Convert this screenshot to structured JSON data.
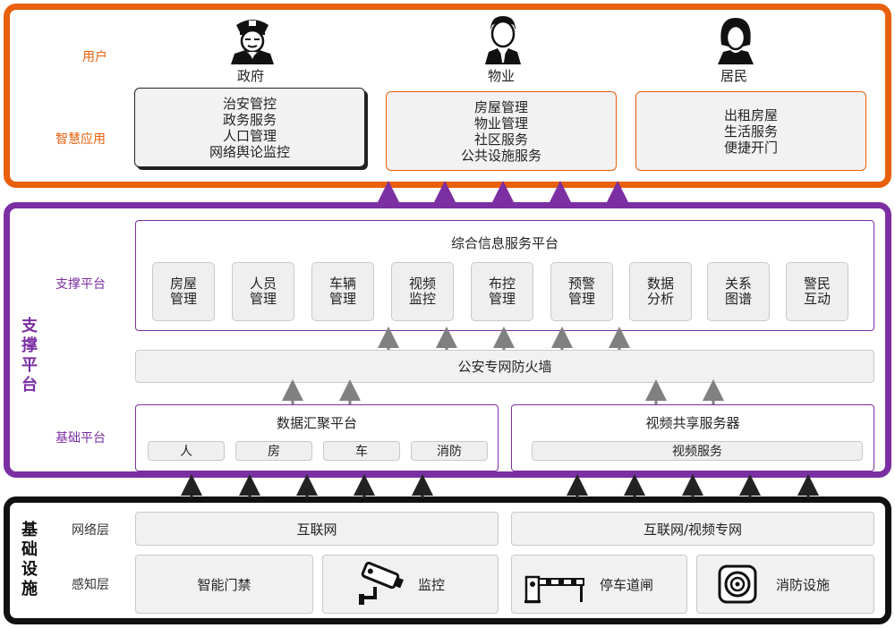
{
  "layers": {
    "user_label": "用户",
    "app_label": "智慧应用",
    "support_label": "支撑平台",
    "support_vertical": [
      "支",
      "撑",
      "平",
      "台"
    ],
    "base_platform_label": "基础平台",
    "infra_vertical": [
      "基",
      "础",
      "设",
      "施"
    ],
    "network_label": "网络层",
    "perception_label": "感知层"
  },
  "users": [
    {
      "label": "政府",
      "icon": "police-officer-icon"
    },
    {
      "label": "物业",
      "icon": "manager-icon"
    },
    {
      "label": "居民",
      "icon": "resident-icon"
    }
  ],
  "apps": [
    {
      "lines": [
        "治安管控",
        "政务服务",
        "人口管理",
        "网络舆论监控"
      ]
    },
    {
      "lines": [
        "房屋管理",
        "物业管理",
        "社区服务",
        "公共设施服务"
      ]
    },
    {
      "lines": [
        "出租房屋",
        "生活服务",
        "便捷开门"
      ]
    }
  ],
  "service_platform": {
    "title": "综合信息服务平台",
    "modules": [
      [
        "房屋",
        "管理"
      ],
      [
        "人员",
        "管理"
      ],
      [
        "车辆",
        "管理"
      ],
      [
        "视频",
        "监控"
      ],
      [
        "布控",
        "管理"
      ],
      [
        "预警",
        "管理"
      ],
      [
        "数据",
        "分析"
      ],
      [
        "关系",
        "图谱"
      ],
      [
        "警民",
        "互动"
      ]
    ]
  },
  "firewall": "公安专网防火墙",
  "data_platform": {
    "title": "数据汇聚平台",
    "items": [
      "人",
      "房",
      "车",
      "消防"
    ]
  },
  "video_server": {
    "title": "视频共享服务器",
    "item": "视频服务"
  },
  "network": [
    "互联网",
    "互联网/视频专网"
  ],
  "perception": [
    {
      "label": "智能门禁",
      "icon": ""
    },
    {
      "label": "监控",
      "icon": "cctv-camera-icon"
    },
    {
      "label": "停车道闸",
      "icon": "parking-barrier-icon"
    },
    {
      "label": "消防设施",
      "icon": "fire-alarm-icon"
    }
  ],
  "colors": {
    "orange": "#E85F0C",
    "purple": "#7B2FA2",
    "black": "#111111",
    "arrow_gray": "#808080",
    "arrow_dark": "#222222"
  }
}
